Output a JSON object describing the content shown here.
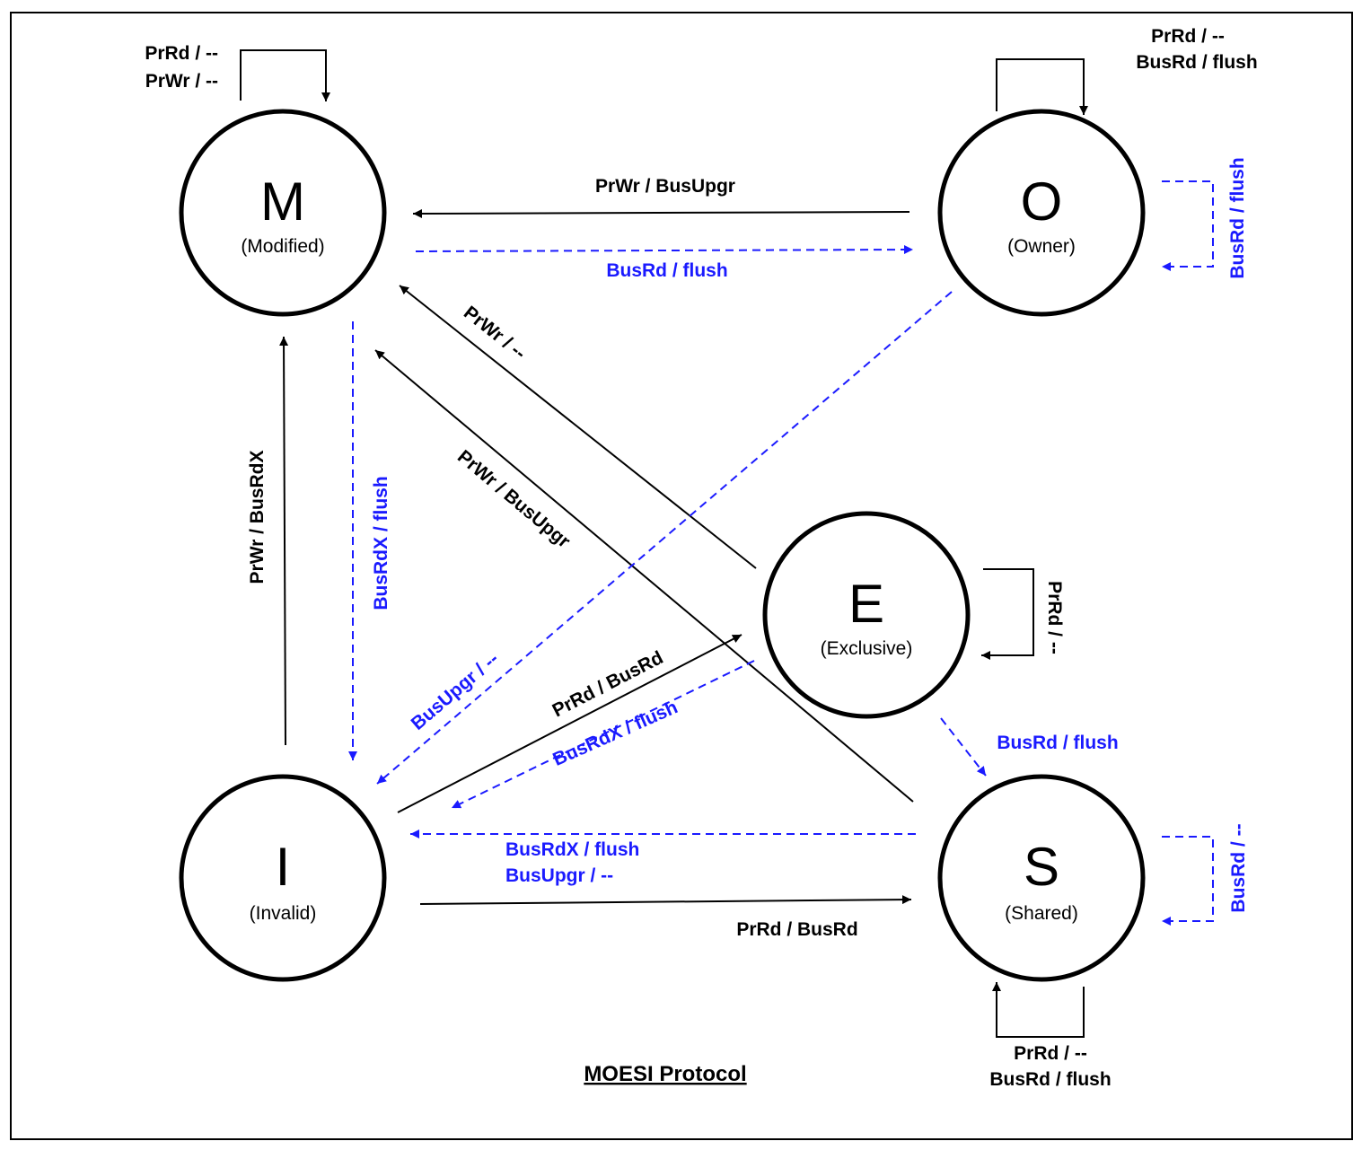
{
  "title": "MOESI Protocol",
  "colors": {
    "processor": "#000000",
    "bus": "#1a1aff",
    "background": "#ffffff"
  },
  "states": {
    "M": {
      "letter": "M",
      "name": "(Modified)"
    },
    "O": {
      "letter": "O",
      "name": "(Owner)"
    },
    "E": {
      "letter": "E",
      "name": "(Exclusive)"
    },
    "I": {
      "letter": "I",
      "name": "(Invalid)"
    },
    "S": {
      "letter": "S",
      "name": "(Shared)"
    }
  },
  "transitions": {
    "m_self": {
      "from": "M",
      "to": "M",
      "line1": "PrRd / --",
      "line2": "PrWr / --",
      "kind": "processor"
    },
    "o_self": {
      "from": "O",
      "to": "O",
      "line1": "PrRd / --",
      "line2": "BusRd / flush",
      "kind": "processor"
    },
    "o_self_bus": {
      "from": "O",
      "to": "O",
      "label": "BusRd / flush",
      "kind": "bus"
    },
    "o_to_m": {
      "from": "O",
      "to": "M",
      "label": "PrWr / BusUpgr",
      "kind": "processor"
    },
    "m_to_o": {
      "from": "M",
      "to": "O",
      "label": "BusRd / flush",
      "kind": "bus"
    },
    "e_to_m": {
      "from": "E",
      "to": "M",
      "label": "PrWr / --",
      "kind": "processor"
    },
    "s_to_m": {
      "from": "S",
      "to": "M",
      "label": "PrWr / BusUpgr",
      "kind": "processor"
    },
    "i_to_m": {
      "from": "I",
      "to": "M",
      "label": "PrWr / BusRdX",
      "kind": "processor"
    },
    "m_to_i": {
      "from": "M",
      "to": "I",
      "label": "BusRdX / flush",
      "kind": "bus"
    },
    "o_to_i": {
      "from": "O",
      "to": "I",
      "label": "BusUpgr / --",
      "kind": "bus"
    },
    "i_to_e": {
      "from": "I",
      "to": "E",
      "label": "PrRd / BusRd",
      "kind": "processor"
    },
    "e_to_i": {
      "from": "E",
      "to": "I",
      "label": "BusRdX / flush",
      "kind": "bus"
    },
    "e_self": {
      "from": "E",
      "to": "E",
      "label": "PrRd / --",
      "kind": "processor"
    },
    "e_to_s": {
      "from": "E",
      "to": "S",
      "label": "BusRd / flush",
      "kind": "bus"
    },
    "s_to_i": {
      "from": "S",
      "to": "I",
      "line1": "BusRdX / flush",
      "line2": "BusUpgr / --",
      "kind": "bus"
    },
    "i_to_s": {
      "from": "I",
      "to": "S",
      "label": "PrRd / BusRd",
      "kind": "processor"
    },
    "s_self_bus": {
      "from": "S",
      "to": "S",
      "label": "BusRd / --",
      "kind": "bus"
    },
    "s_self": {
      "from": "S",
      "to": "S",
      "line1": "PrRd / --",
      "line2": "BusRd / flush",
      "kind": "processor"
    }
  }
}
